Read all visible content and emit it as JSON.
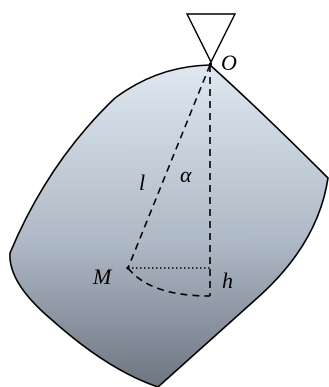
{
  "labels": {
    "pivot": "O",
    "length": "l",
    "angle": "α",
    "center_of_mass": "M",
    "height": "h"
  },
  "colors": {
    "body_fill_top": "#dfe8f1",
    "body_fill_mid": "#aeb9c5",
    "body_fill_bottom": "#6d7581",
    "outline": "#000000",
    "support_fill": "#ffffff"
  }
}
